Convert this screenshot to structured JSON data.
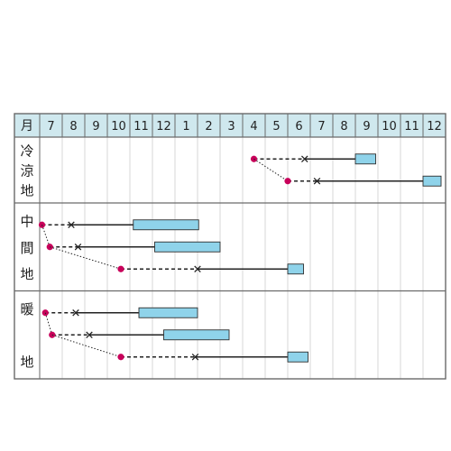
{
  "chart_data": {
    "type": "gantt",
    "header_label": "月",
    "months": [
      "7",
      "8",
      "9",
      "10",
      "11",
      "12",
      "1",
      "2",
      "3",
      "4",
      "5",
      "6",
      "7",
      "8",
      "9",
      "10",
      "11",
      "12"
    ],
    "colors": {
      "header_bg": "#cfe8ee",
      "grid_line": "#6a6a6a",
      "grid_line_light": "#d7d7d7",
      "sow_dot": "#c8005a",
      "bar_fill": "#8fd3ea",
      "bar_stroke": "#2f2f2f",
      "line": "#222222"
    },
    "regions": [
      {
        "label_chars": [
          "冷",
          "涼",
          "地"
        ],
        "rows": [
          {
            "sow": 9.5,
            "plant": 11.75,
            "bar_start": 14.0,
            "bar_end": 14.9
          },
          {
            "sow": 11.0,
            "plant": 12.3,
            "bar_start": 17.0,
            "bar_end": 17.8
          }
        ]
      },
      {
        "label_chars": [
          "中",
          "間",
          "地"
        ],
        "rows": [
          {
            "sow": 0.1,
            "plant": 1.4,
            "bar_start": 4.15,
            "bar_end": 7.05
          },
          {
            "sow": 0.45,
            "plant": 1.7,
            "bar_start": 5.1,
            "bar_end": 8.0
          },
          {
            "sow": 3.6,
            "plant": 7.0,
            "bar_start": 11.0,
            "bar_end": 11.7
          }
        ]
      },
      {
        "label_chars": [
          "暖",
          "地"
        ],
        "rows": [
          {
            "sow": 0.25,
            "plant": 1.6,
            "bar_start": 4.4,
            "bar_end": 7.0
          },
          {
            "sow": 0.55,
            "plant": 2.2,
            "bar_start": 5.5,
            "bar_end": 8.4
          },
          {
            "sow": 3.6,
            "plant": 6.9,
            "bar_start": 11.0,
            "bar_end": 11.9
          }
        ]
      }
    ]
  }
}
